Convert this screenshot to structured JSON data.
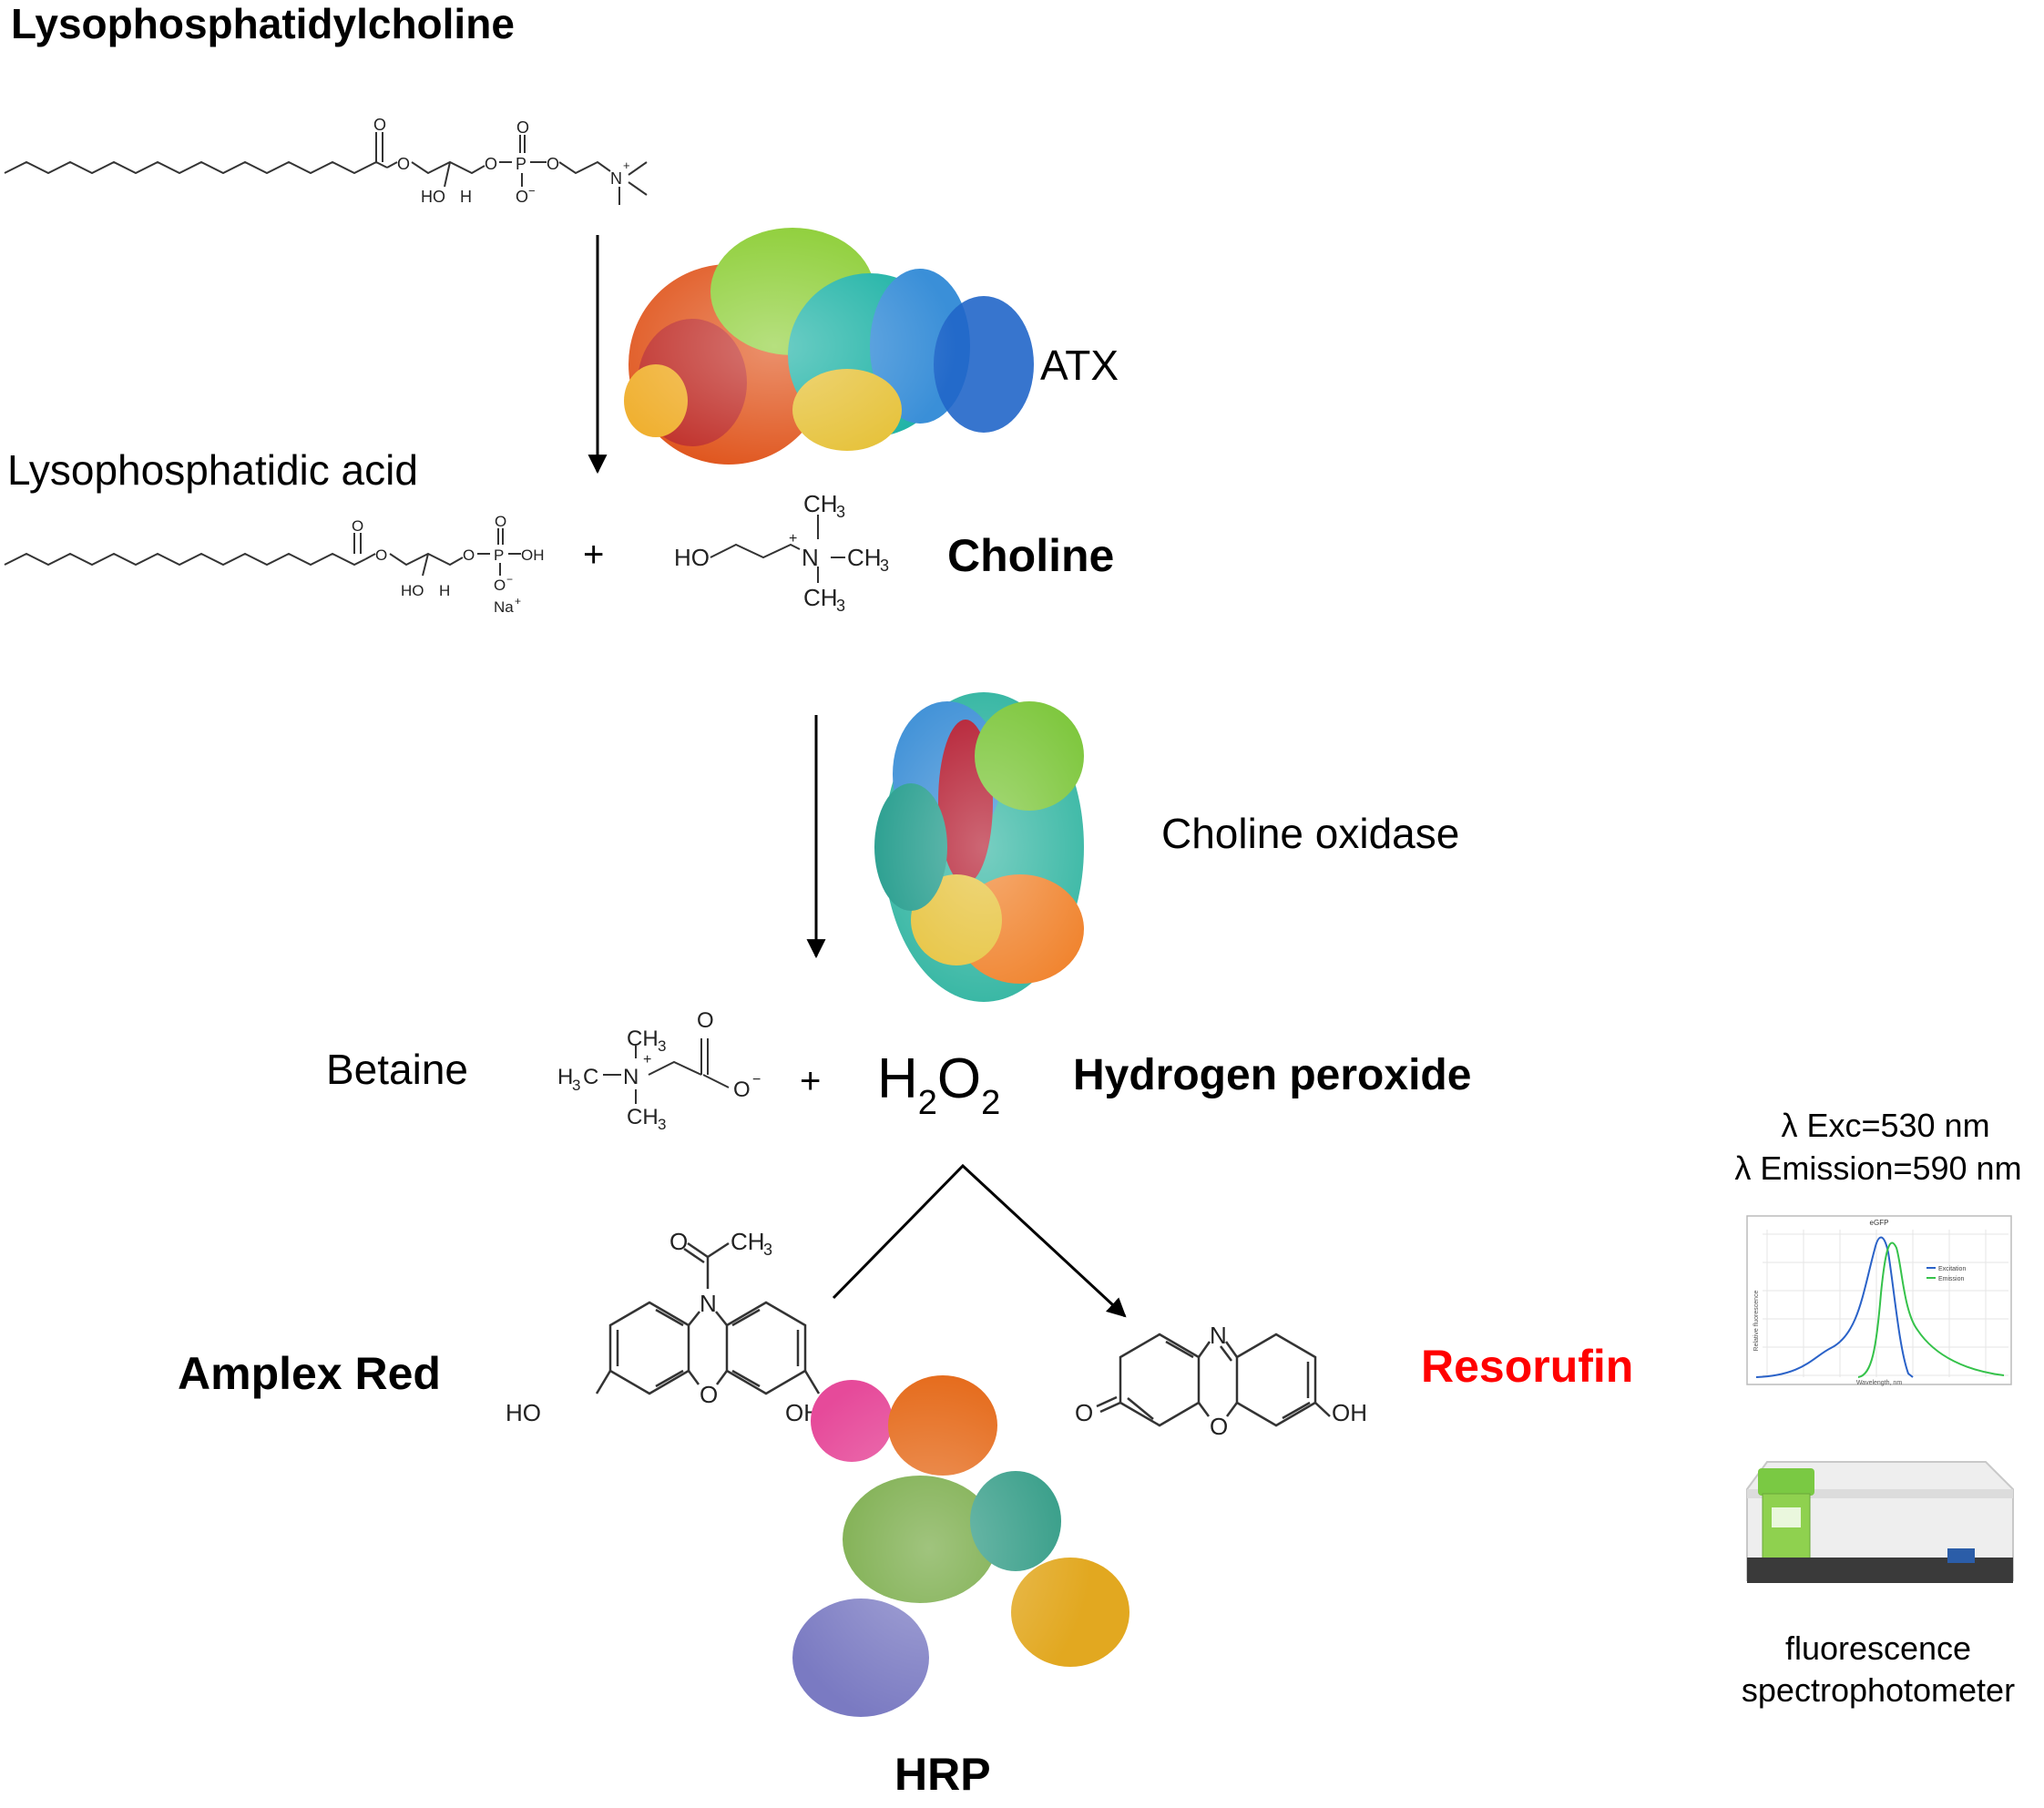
{
  "labels": {
    "lpc": "Lysophosphatidylcholine",
    "atx": "ATX",
    "lpa": "Lysophosphatidic acid",
    "choline": "Choline",
    "choline_oxidase": "Choline oxidase",
    "betaine": "Betaine",
    "h2o2_h": "H",
    "h2o2_sub1": "2",
    "h2o2_o": "O",
    "h2o2_sub2": "2",
    "hydrogen_peroxide": "Hydrogen peroxide",
    "amplex_red": "Amplex Red",
    "resorufin": "Resorufin",
    "hrp": "HRP",
    "excitation": "λ Exc=530 nm",
    "emission": "λ Emission=590 nm",
    "instrument_line1": "fluorescence",
    "instrument_line2": "spectrophotometer",
    "plus1": "+",
    "plus2": "+"
  },
  "structure_atoms": {
    "lpc": {
      "o_carbonyl": "O",
      "o_ester": "O",
      "o_phos1": "O",
      "p": "P",
      "o_phos_top": "O",
      "o_phos_bottom": "O",
      "o_phos2": "O",
      "n_plus": "N",
      "plus": "+",
      "ho": "HO",
      "h": "H",
      "minus": "−"
    },
    "lpa": {
      "o_carbonyl": "O",
      "o_ester": "O",
      "o_phos1": "O",
      "p": "P",
      "o_phos_top": "O",
      "oh": "OH",
      "o_minus": "O",
      "minus": "−",
      "na": "Na",
      "plus": "+",
      "ho": "HO",
      "h": "H"
    },
    "choline": {
      "ho": "HO",
      "n": "N",
      "plus": "+",
      "ch3_top": "CH",
      "sub_top": "3",
      "ch3_right": "CH",
      "sub_right": "3",
      "ch3_bottom": "CH",
      "sub_bottom": "3"
    },
    "betaine": {
      "h3c": "H",
      "sub_left": "3",
      "c_left": "C",
      "n": "N",
      "plus": "+",
      "ch3_top": "CH",
      "sub_top": "3",
      "ch3_bottom": "CH",
      "sub_bottom": "3",
      "o_top": "O",
      "o_minus": "O",
      "minus": "−"
    },
    "amplex": {
      "o": "O",
      "ch3": "CH",
      "sub": "3",
      "n": "N",
      "o_ring": "O",
      "ho": "HO",
      "oh": "OH"
    },
    "resorufin": {
      "n": "N",
      "o_ring": "O",
      "o_keto": "O",
      "oh": "OH"
    }
  },
  "spectrum_chart": {
    "title": "eGFP",
    "legend": [
      "Excitation",
      "Emission"
    ],
    "ylabel": "Relative fluorescence",
    "xlabel": "Wavelength, nm",
    "colors": {
      "excitation": "#2a62c8",
      "emission": "#35c24a"
    }
  },
  "colors": {
    "resorufin": "#ff0000",
    "text": "#000000"
  }
}
